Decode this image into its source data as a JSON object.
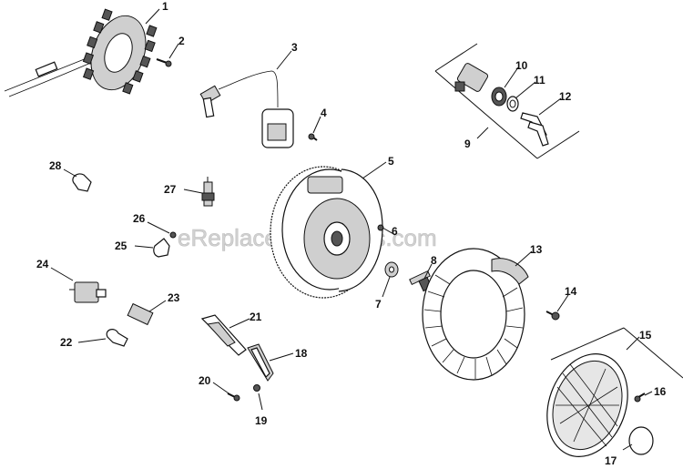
{
  "watermark": "eReplacementParts.com",
  "callouts": {
    "c1": "1",
    "c2": "2",
    "c3": "3",
    "c4": "4",
    "c5": "5",
    "c6": "6",
    "c7": "7",
    "c8": "8",
    "c9": "9",
    "c10": "10",
    "c11": "11",
    "c12": "12",
    "c13": "13",
    "c14": "14",
    "c15": "15",
    "c16": "16",
    "c17": "17",
    "c18": "18",
    "c19": "19",
    "c20": "20",
    "c21": "21",
    "c22": "22",
    "c23": "23",
    "c24": "24",
    "c25": "25",
    "c26": "26",
    "c27": "27",
    "c28": "28"
  }
}
